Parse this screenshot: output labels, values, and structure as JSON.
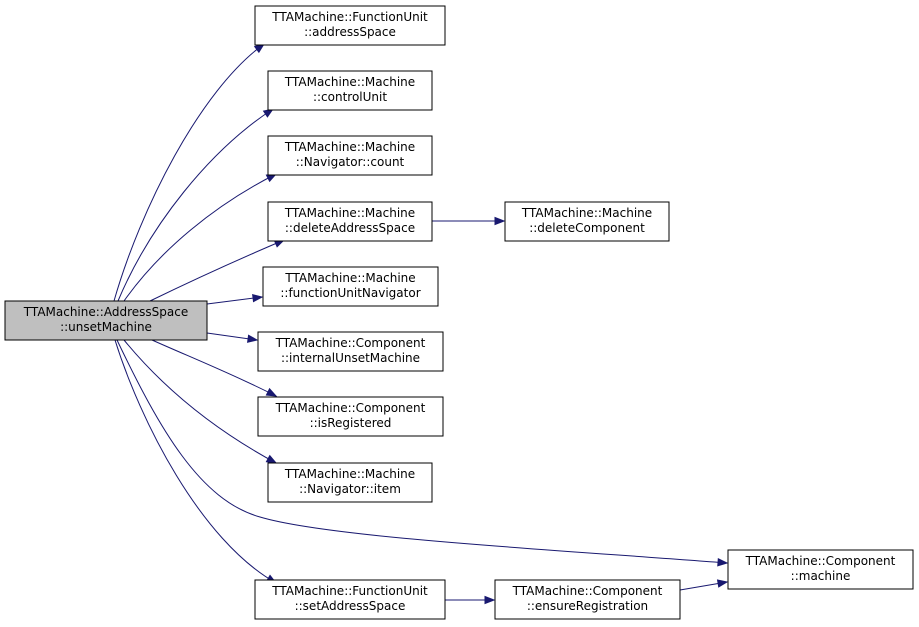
{
  "colors": {
    "edge": "#191970",
    "root_fill": "#bfbfbf",
    "node_fill": "#ffffff",
    "node_border": "#000000"
  },
  "nodes": [
    {
      "id": "unsetMachine",
      "lines": [
        "TTAMachine::AddressSpace",
        "::unsetMachine"
      ],
      "root": true
    },
    {
      "id": "fu_addressSpace",
      "lines": [
        "TTAMachine::FunctionUnit",
        "::addressSpace"
      ]
    },
    {
      "id": "controlUnit",
      "lines": [
        "TTAMachine::Machine",
        "::controlUnit"
      ]
    },
    {
      "id": "nav_count",
      "lines": [
        "TTAMachine::Machine",
        "::Navigator::count"
      ]
    },
    {
      "id": "deleteAddressSpace",
      "lines": [
        "TTAMachine::Machine",
        "::deleteAddressSpace"
      ]
    },
    {
      "id": "deleteComponent",
      "lines": [
        "TTAMachine::Machine",
        "::deleteComponent"
      ]
    },
    {
      "id": "functionUnitNavigator",
      "lines": [
        "TTAMachine::Machine",
        "::functionUnitNavigator"
      ]
    },
    {
      "id": "internalUnsetMachine",
      "lines": [
        "TTAMachine::Component",
        "::internalUnsetMachine"
      ]
    },
    {
      "id": "isRegistered",
      "lines": [
        "TTAMachine::Component",
        "::isRegistered"
      ]
    },
    {
      "id": "nav_item",
      "lines": [
        "TTAMachine::Machine",
        "::Navigator::item"
      ]
    },
    {
      "id": "comp_machine",
      "lines": [
        "TTAMachine::Component",
        "::machine"
      ]
    },
    {
      "id": "setAddressSpace",
      "lines": [
        "TTAMachine::FunctionUnit",
        "::setAddressSpace"
      ]
    },
    {
      "id": "ensureRegistration",
      "lines": [
        "TTAMachine::Component",
        "::ensureRegistration"
      ]
    }
  ],
  "edges": [
    {
      "from": "unsetMachine",
      "to": "fu_addressSpace"
    },
    {
      "from": "unsetMachine",
      "to": "controlUnit"
    },
    {
      "from": "unsetMachine",
      "to": "nav_count"
    },
    {
      "from": "unsetMachine",
      "to": "deleteAddressSpace"
    },
    {
      "from": "unsetMachine",
      "to": "functionUnitNavigator"
    },
    {
      "from": "unsetMachine",
      "to": "internalUnsetMachine"
    },
    {
      "from": "unsetMachine",
      "to": "isRegistered"
    },
    {
      "from": "unsetMachine",
      "to": "nav_item"
    },
    {
      "from": "unsetMachine",
      "to": "comp_machine"
    },
    {
      "from": "unsetMachine",
      "to": "setAddressSpace"
    },
    {
      "from": "deleteAddressSpace",
      "to": "deleteComponent"
    },
    {
      "from": "setAddressSpace",
      "to": "ensureRegistration"
    },
    {
      "from": "ensureRegistration",
      "to": "comp_machine"
    }
  ]
}
